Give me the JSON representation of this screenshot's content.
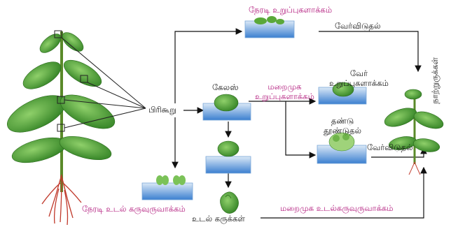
{
  "labels": {
    "direct_organogenesis": "நேரடி உறுப்புகளாக்கம்",
    "rooting_top": "வேர்விடுதல்",
    "root_organogenesis": "வேர்\nஉறுப்புகளாக்கம்",
    "explant": "பிரிகூறு",
    "callus": "கேலஸ்",
    "indirect_organogenesis": "மறைமுக\nஉறுப்புகளாக்கம்",
    "plantlets": "நாற்றுருக்கள்",
    "shoot_induction": "தண்டு\nதூண்டுதல்",
    "rooting_bottom": "வேர்விடுதல்",
    "direct_embryogenesis": "நேரடி உடல் கருவுருவாக்கம்",
    "somatic_embryos": "உடல் கருக்கள்",
    "indirect_embryogenesis": "மறைமுக உடல்கருவுருவாக்கம்"
  },
  "colors": {
    "pink_text": "#b0157a",
    "arrow": "#111111",
    "tray_water": "#3b7fd0",
    "leaf": "#3f9a2a",
    "root": "#c0392b"
  }
}
